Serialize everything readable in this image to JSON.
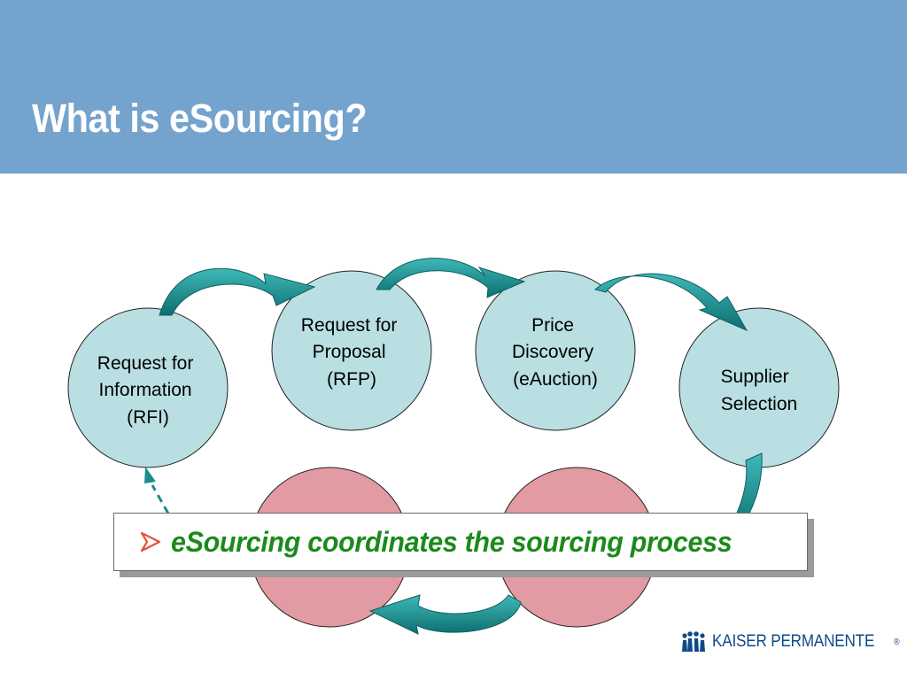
{
  "slide": {
    "title": "What is eSourcing?"
  },
  "diagram": {
    "nodes": [
      {
        "id": "rfi",
        "lines": [
          "Request for",
          "Information",
          "(RFI)"
        ]
      },
      {
        "id": "rfp",
        "lines": [
          "Request for",
          "Proposal",
          "(RFP)"
        ]
      },
      {
        "id": "price",
        "lines": [
          "Price",
          "Discovery",
          "(eAuction)"
        ]
      },
      {
        "id": "supplier",
        "lines": [
          "Supplier",
          "Selection"
        ]
      }
    ],
    "node_fill": "#b9dfe3",
    "hidden_node_fill": "#e29aa3",
    "arrow_color": "#1a8d8e"
  },
  "callout": {
    "text": "eSourcing coordinates the sourcing process",
    "text_color": "#1b8a1b",
    "bullet_icon": "arrow-bullet-icon",
    "bullet_color": "#e2533a"
  },
  "logo": {
    "text": "KAISER PERMANENTE",
    "mark": "®",
    "color": "#0d4a8a"
  },
  "colors": {
    "header": "#74a3cd"
  }
}
